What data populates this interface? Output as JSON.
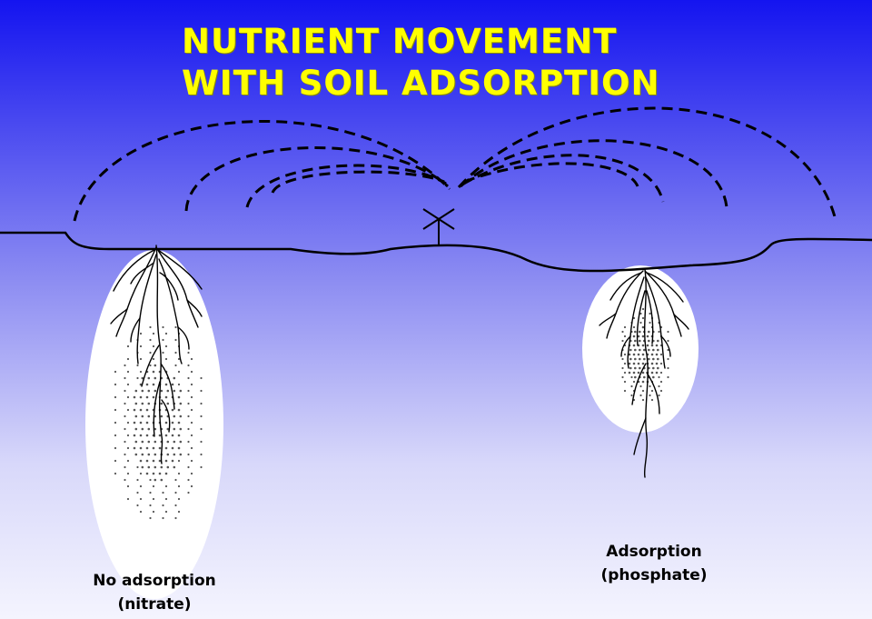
{
  "title": {
    "line1": "NUTRIENT MOVEMENT",
    "line2": "WITH SOIL ADSORPTION"
  },
  "left_zone": {
    "label_line1": "No adsorption",
    "label_line2": "(nitrate)"
  },
  "right_zone": {
    "label_line1": "Adsorption",
    "label_line2": "(phosphate)"
  },
  "colors": {
    "background_top": "#1414f0",
    "background_bottom": "#f4f4fe",
    "title": "#ffff00",
    "zone_fill": "#ffffff",
    "lines": "#000000",
    "nutrient_dots": "#555555"
  }
}
